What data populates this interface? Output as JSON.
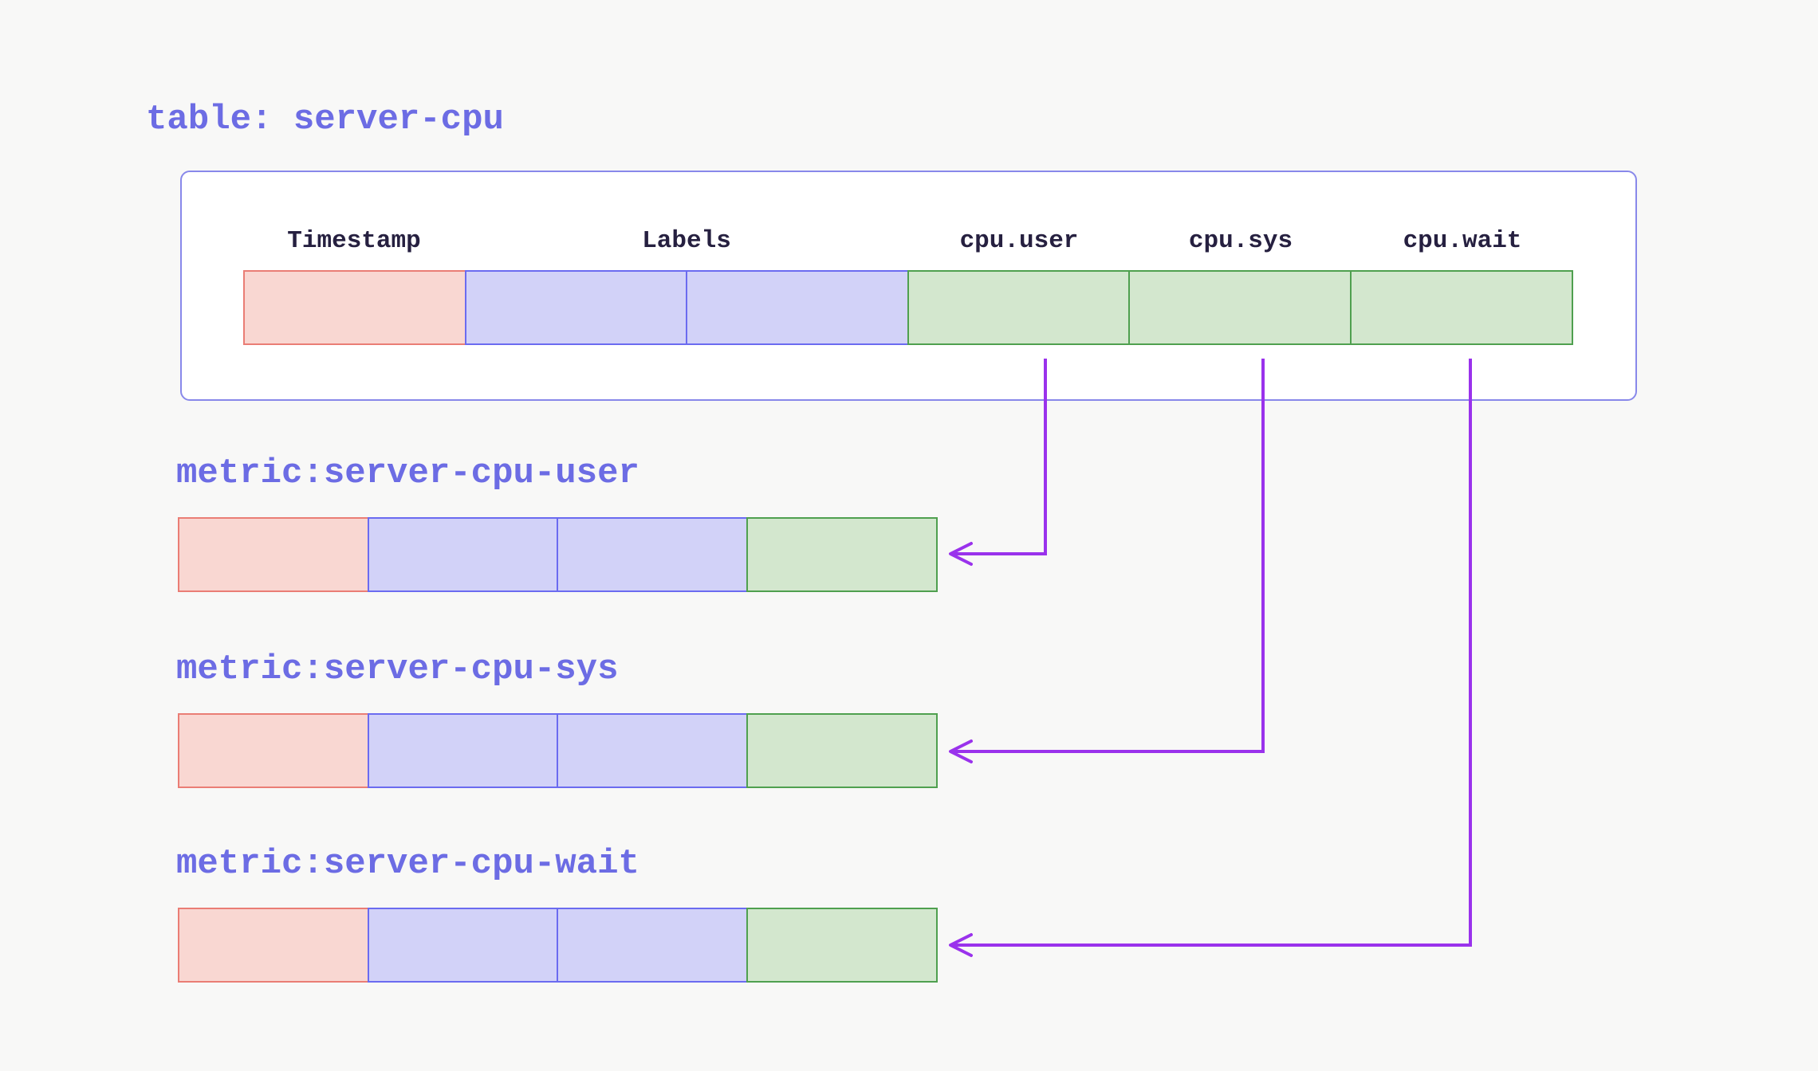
{
  "table": {
    "title": "table: server-cpu",
    "column_headers": [
      "Timestamp",
      "Labels",
      "cpu.user",
      "cpu.sys",
      "cpu.wait"
    ],
    "row_cells": [
      "timestamp",
      "labels",
      "labels",
      "field",
      "field",
      "field"
    ]
  },
  "metrics": [
    {
      "title": "metric:server-cpu-user",
      "source_column": "cpu.user",
      "row_cells": [
        "timestamp",
        "labels",
        "labels",
        "field"
      ]
    },
    {
      "title": "metric:server-cpu-sys",
      "source_column": "cpu.sys",
      "row_cells": [
        "timestamp",
        "labels",
        "labels",
        "field"
      ]
    },
    {
      "title": "metric:server-cpu-wait",
      "source_column": "cpu.wait",
      "row_cells": [
        "timestamp",
        "labels",
        "labels",
        "field"
      ]
    }
  ],
  "colors": {
    "background": "#f8f8f7",
    "card_background": "#ffffff",
    "card_border": "#8888ea",
    "accent_text": "#6c6ce4",
    "header_text": "#262040",
    "timestamp_fill": "#f9d7d2",
    "timestamp_border": "#ea7d75",
    "labels_fill": "#d2d2f8",
    "labels_border": "#6b6bf0",
    "field_fill": "#d3e7ce",
    "field_border": "#4fa04f",
    "arrow": "#9a32ec"
  }
}
